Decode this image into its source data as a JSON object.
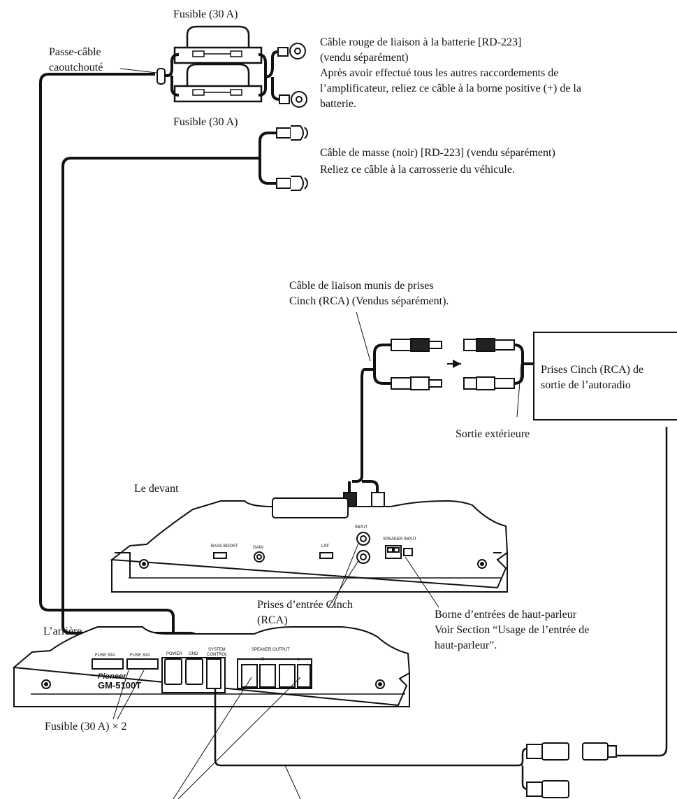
{
  "labels": {
    "fuse_top": "Fusible (30 A)",
    "fuse_bottom": "Fusible (30 A)",
    "grommet_line1": "Passe-câble",
    "grommet_line2": "caoutchouté",
    "red_cable_1": "Câble rouge de liaison à la batterie [RD-223]",
    "red_cable_2": "(vendu séparément)",
    "red_cable_3": "Après avoir effectué tous les autres raccordements de",
    "red_cable_4": "l’amplificateur, reliez ce câble à la borne positive (+) de la",
    "red_cable_5": "batterie.",
    "ground_1": "Câble de masse (noir) [RD-223] (vendu séparément)",
    "ground_2": "Reliez ce câble à la carrosserie du véhicule.",
    "rca_cable_1": "Câble de liaison munis de prises",
    "rca_cable_2": "Cinch (RCA) (Vendus séparément).",
    "headunit_1": "Prises Cinch (RCA) de",
    "headunit_2": "sortie de l’autoradio",
    "ext_out": "Sortie extérieure",
    "front": "Le devant",
    "rca_in_1": "Prises d’entrée Cinch",
    "rca_in_2": "(RCA)",
    "spk_in_1": "Borne d’entrées de haut-parleur",
    "spk_in_2": "Voir Section “Usage de l’entrée de",
    "spk_in_3": "haut-parleur”.",
    "rear": "L’arrière",
    "fuse_x2": "Fusible (30 A) × 2"
  },
  "front_panel": {
    "bass_boost": "BASS BOOST",
    "gain": "GAIN",
    "lpf": "LPF",
    "input": "INPUT",
    "speaker_input": "SPEAKER INPUT"
  },
  "rear_panel": {
    "fuse_a": "FUSE 30A",
    "fuse_b": "FUSE 30A",
    "brand": "Pioneer",
    "model": "GM-5100T",
    "power": "POWER",
    "ground": "GND",
    "system_control": "SYSTEM",
    "system_control_2": "CONTROL",
    "speaker_output": "SPEAKER OUTPUT",
    "ch_r": "R",
    "ch_l": "L"
  }
}
